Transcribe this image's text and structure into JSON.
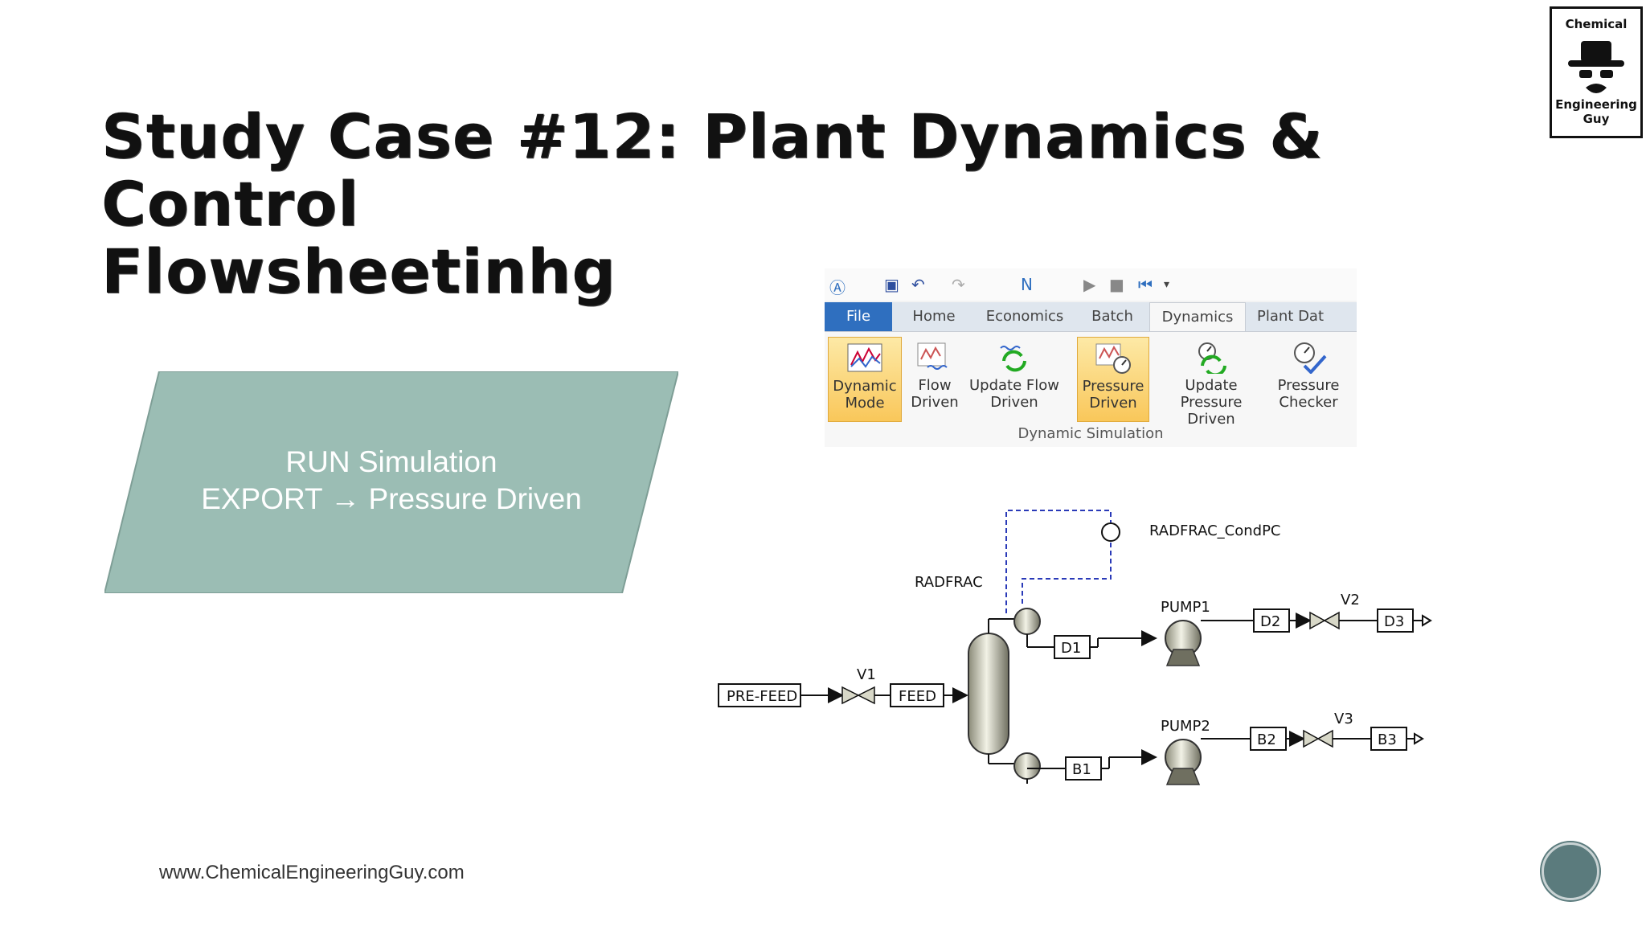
{
  "slide": {
    "title_line1": "Study Case #12: Plant Dynamics & Control",
    "title_line2": "Flowsheetinhg",
    "footer_url": "www.ChemicalEngineeringGuy.com",
    "accent_color": "#9bbdb4",
    "logo": {
      "line1": "Chemical",
      "line2": "Engineering Guy",
      "icon": "hat-mustache-icon"
    }
  },
  "callout": {
    "line1": "RUN Simulation",
    "line2": "EXPORT → Pressure Driven"
  },
  "ribbon": {
    "tabs": [
      {
        "label": "File"
      },
      {
        "label": "Home"
      },
      {
        "label": "Economics"
      },
      {
        "label": "Batch"
      },
      {
        "label": "Dynamics"
      },
      {
        "label": "Plant Dat"
      }
    ],
    "active_tab": "Dynamics",
    "buttons": [
      {
        "line1": "Dynamic",
        "line2": "Mode",
        "icon": "dynamic-mode-icon",
        "selected": true
      },
      {
        "line1": "Flow",
        "line2": "Driven",
        "icon": "flow-driven-icon",
        "selected": false
      },
      {
        "line1": "Update Flow",
        "line2": "Driven",
        "icon": "update-flow-icon",
        "selected": false
      },
      {
        "line1": "Pressure",
        "line2": "Driven",
        "icon": "pressure-driven-icon",
        "selected": true
      },
      {
        "line1": "Update Pressure",
        "line2": "Driven",
        "icon": "update-pressure-icon",
        "selected": false
      },
      {
        "line1": "Pressure",
        "line2": "Checker",
        "icon": "pressure-checker-icon",
        "selected": false
      }
    ],
    "group_label": "Dynamic Simulation"
  },
  "flowsheet": {
    "controller": "RADFRAC_CondPC",
    "column": "RADFRAC",
    "streams": [
      "PRE-FEED",
      "FEED",
      "D1",
      "D2",
      "D3",
      "B1",
      "B2",
      "B3"
    ],
    "valves": [
      "V1",
      "V2",
      "V3"
    ],
    "pumps": [
      "PUMP1",
      "PUMP2"
    ]
  }
}
